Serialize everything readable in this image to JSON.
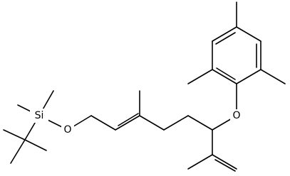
{
  "molecule": {
    "atoms": {
      "si": "Si",
      "o_silyl": "O",
      "o_aryl": "O"
    }
  }
}
